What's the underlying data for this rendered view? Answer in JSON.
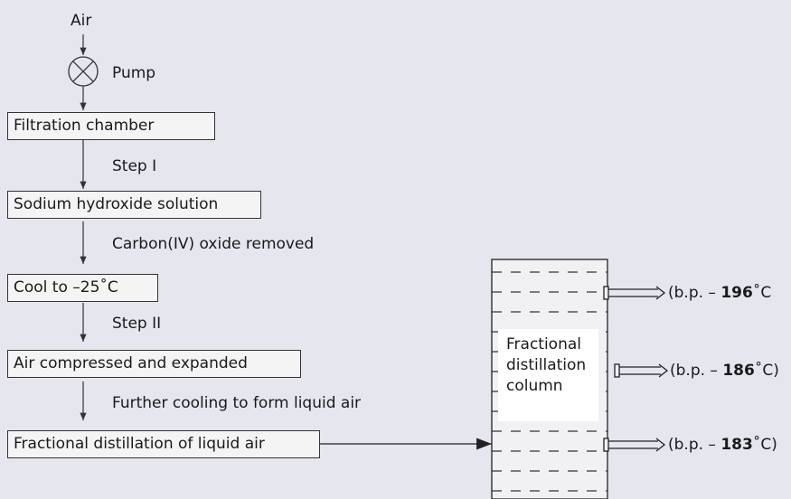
{
  "labels": {
    "air": "Air",
    "pump": "Pump",
    "step1": "Step I",
    "co2_removed": "Carbon(IV) oxide  removed",
    "step2": "Step II",
    "further_cooling": "Further cooling to form liquid air"
  },
  "boxes": [
    "Filtration chamber",
    "Sodium hydroxide solution",
    "Cool to –25˚C",
    "Air compressed and expanded",
    "Fractional distillation of liquid air"
  ],
  "column": {
    "label": [
      "Fractional",
      "distillation",
      "column"
    ],
    "outputs": [
      {
        "prefix": "(b.p. – ",
        "value": "196",
        "suffix": "˚C"
      },
      {
        "prefix": "(b.p. – ",
        "value": "186",
        "suffix": "˚C)"
      },
      {
        "prefix": "(b.p. – ",
        "value": "183",
        "suffix": "˚C)"
      }
    ]
  },
  "icons": {
    "pump": "pump-symbol-icon"
  },
  "colors": {
    "background": "#e6e6ef",
    "box_fill": "#f4f4f4",
    "line": "#333333"
  }
}
